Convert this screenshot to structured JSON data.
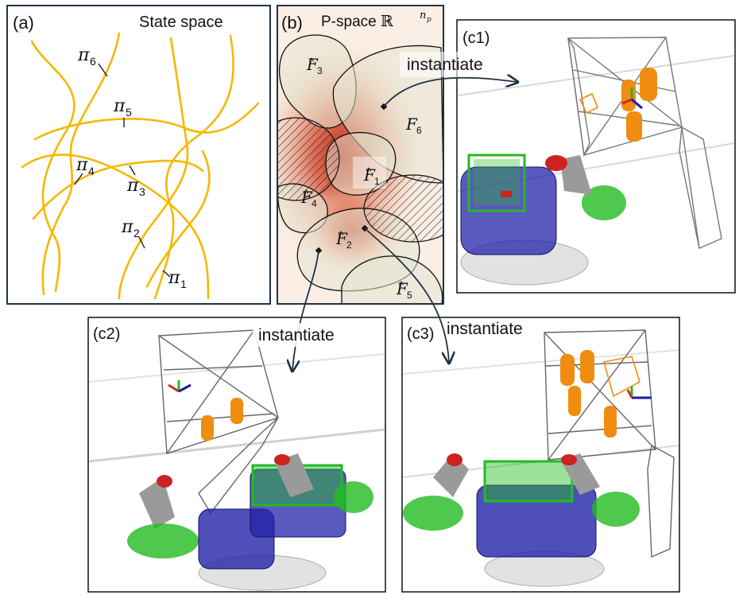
{
  "panels": {
    "a": {
      "tag": "(a)",
      "title": "State space",
      "curves": [
        {
          "sym": "π",
          "sub": "6"
        },
        {
          "sym": "π",
          "sub": "5"
        },
        {
          "sym": "π",
          "sub": "4"
        },
        {
          "sym": "π",
          "sub": "3"
        },
        {
          "sym": "π",
          "sub": "2"
        },
        {
          "sym": "π",
          "sub": "1"
        }
      ]
    },
    "b": {
      "tag": "(b)",
      "title_prefix": "P-space ",
      "title_set": "ℝ",
      "title_sup_base": "n",
      "title_sup_sub": "p",
      "regions": [
        {
          "sym": "F",
          "sub": "3",
          "hat": "^"
        },
        {
          "sym": "F",
          "sub": "6",
          "hat": ""
        },
        {
          "sym": "F",
          "sub": "1",
          "hat": "^"
        },
        {
          "sym": "F",
          "sub": "4",
          "hat": "^"
        },
        {
          "sym": "F",
          "sub": "2",
          "hat": "^"
        },
        {
          "sym": "F",
          "sub": "5",
          "hat": "^"
        }
      ]
    },
    "c1": {
      "tag": "(c1)"
    },
    "c2": {
      "tag": "(c2)"
    },
    "c3": {
      "tag": "(c3)"
    }
  },
  "arrows": {
    "c1": "instantiate",
    "c2": "instantiate",
    "c3": "instantiate"
  },
  "colors": {
    "frame": "#1f3344",
    "curve": "#f5b800",
    "heat": "#c62a17",
    "region_fill": "#e8ead9",
    "gripper_green": "#22bb22",
    "gripper_blue": "#1a1aaa",
    "object_orange": "#f08c10",
    "wire_grey": "#8a8a8a"
  }
}
